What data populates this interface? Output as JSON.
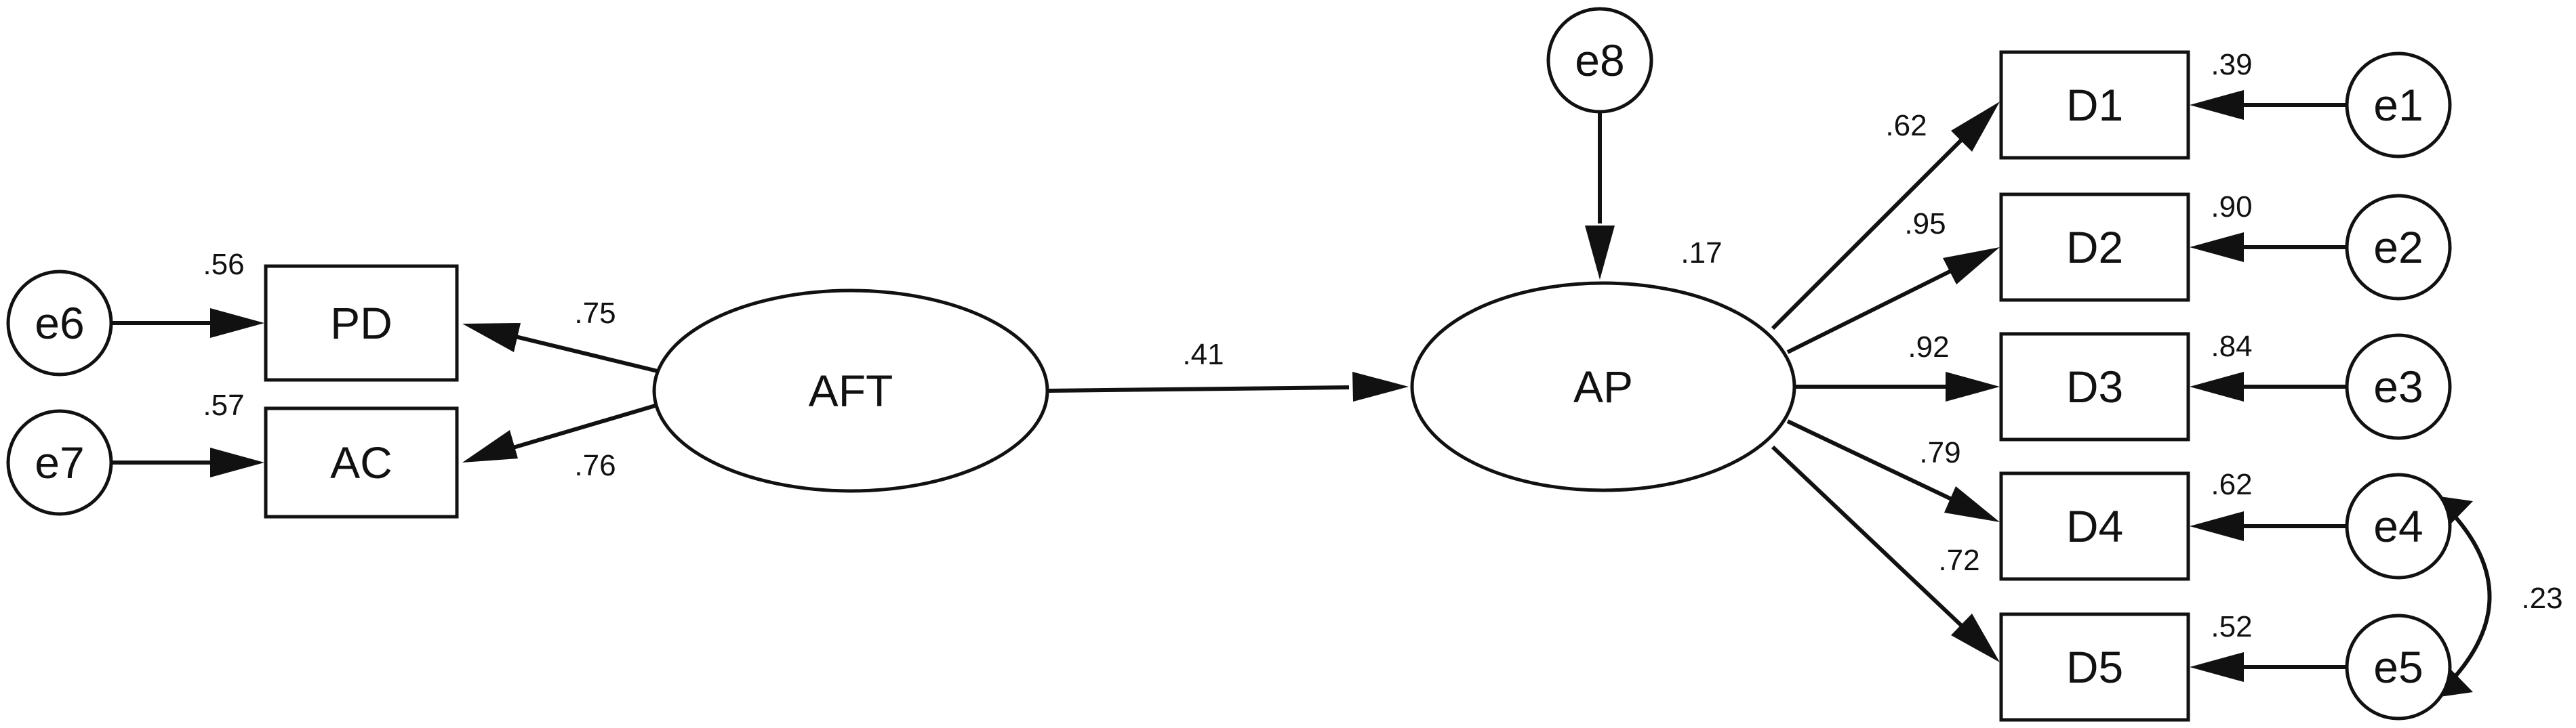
{
  "nodes": {
    "e6": "e6",
    "e7": "e7",
    "e8": "e8",
    "e1": "e1",
    "e2": "e2",
    "e3": "e3",
    "e4": "e4",
    "e5": "e5",
    "pd": "PD",
    "ac": "AC",
    "aft": "AFT",
    "ap": "AP",
    "d1": "D1",
    "d2": "D2",
    "d3": "D3",
    "d4": "D4",
    "d5": "D5"
  },
  "coefficients": {
    "pd_r2": ".56",
    "ac_r2": ".57",
    "aft_pd": ".75",
    "aft_ac": ".76",
    "aft_ap": ".41",
    "ap_r2": ".17",
    "ap_d1": ".62",
    "ap_d2": ".95",
    "ap_d3": ".92",
    "ap_d4": ".79",
    "ap_d5": ".72",
    "d1_r2": ".39",
    "d2_r2": ".90",
    "d3_r2": ".84",
    "d4_r2": ".62",
    "d5_r2": ".52",
    "e4_e5_cov": ".23"
  }
}
